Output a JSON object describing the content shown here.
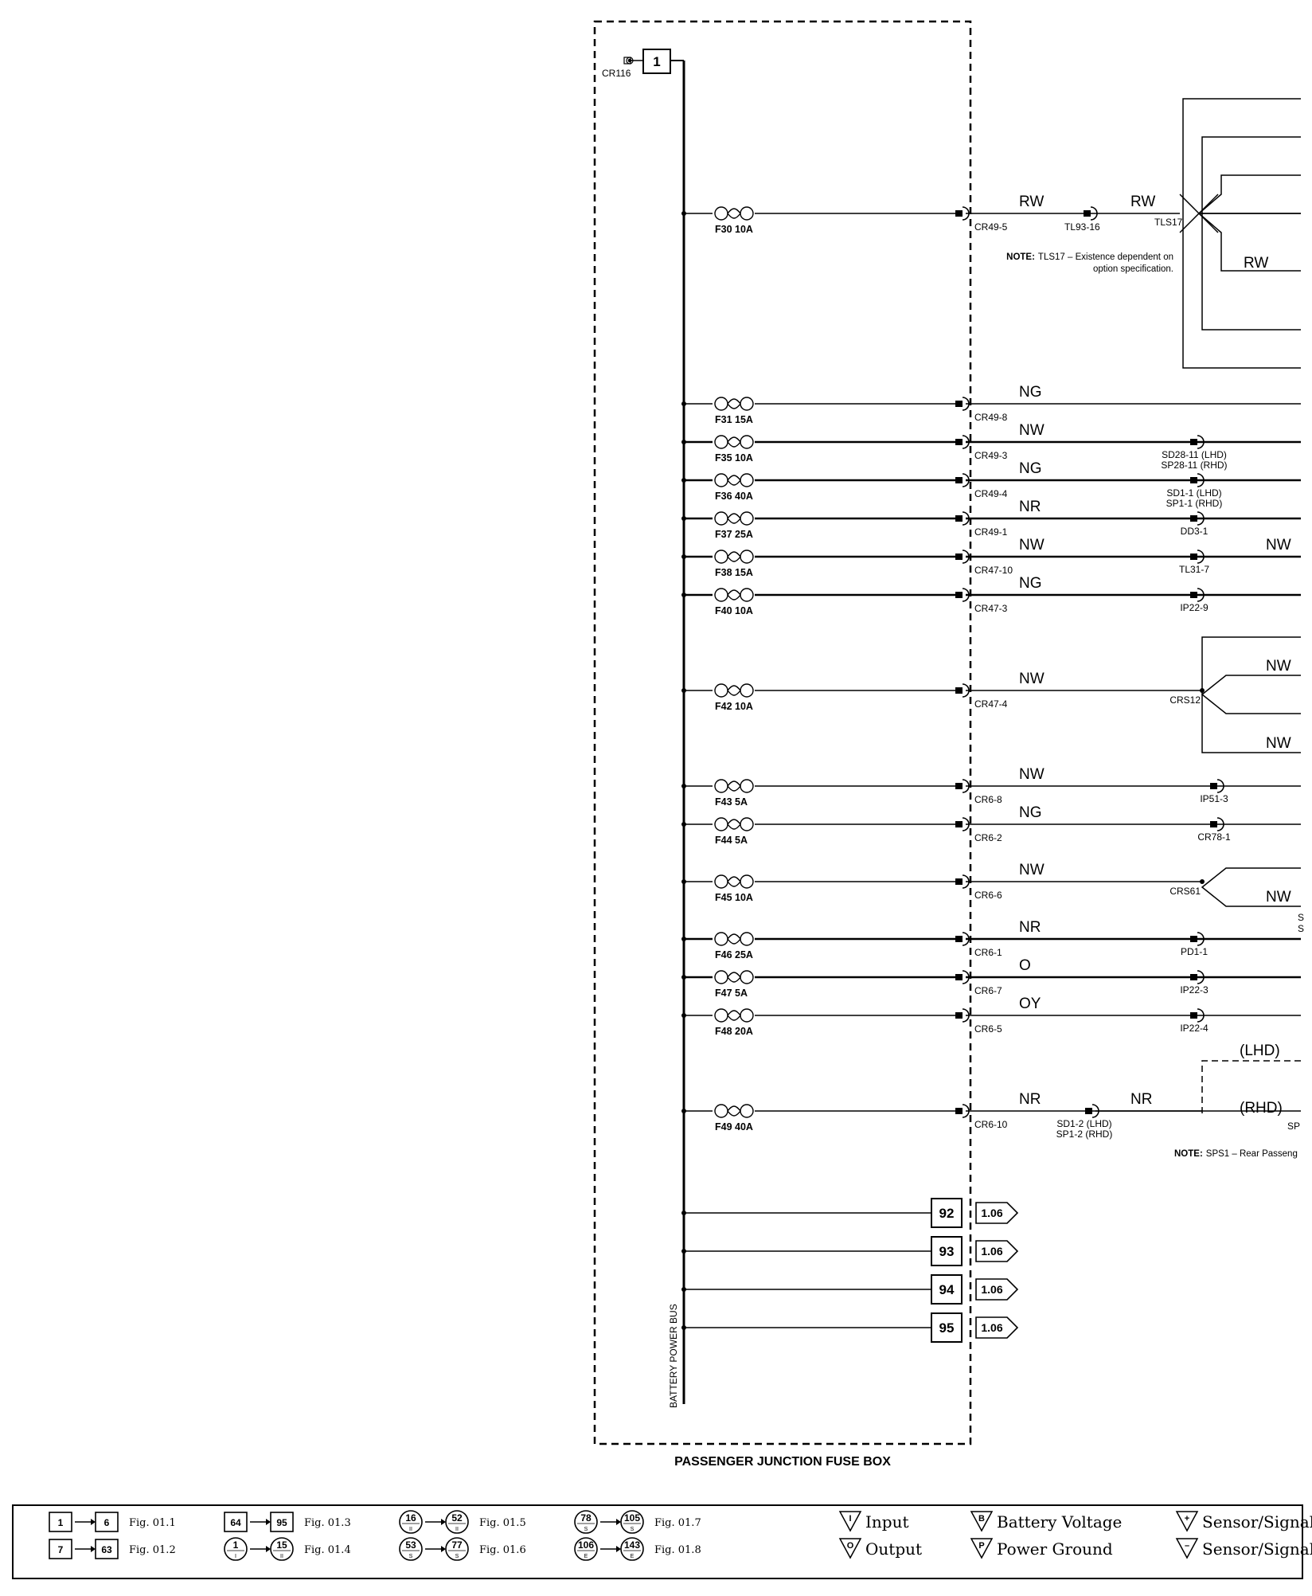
{
  "fuse_box": {
    "title": "PASSENGER JUNCTION FUSE BOX",
    "bus_label": "BATTERY POWER BUS",
    "supply": {
      "connector": "CR116",
      "box": "1"
    }
  },
  "circuits": [
    {
      "fuse": "F30 10A",
      "pin": "CR49-5",
      "wire": "RW",
      "dest": "TL93-16",
      "wire2": "RW"
    },
    {
      "fuse": "F31 15A",
      "pin": "CR49-8",
      "wire": "NG",
      "dest": ""
    },
    {
      "fuse": "F35 10A",
      "pin": "CR49-3",
      "wire": "NW",
      "dest": "SD28-11 (LHD)",
      "dest2": "SP28-11 (RHD)"
    },
    {
      "fuse": "F36 40A",
      "pin": "CR49-4",
      "wire": "NG",
      "dest": "SD1-1 (LHD)",
      "dest2": "SP1-1 (RHD)"
    },
    {
      "fuse": "F37 25A",
      "pin": "CR49-1",
      "wire": "NR",
      "dest": "DD3-1"
    },
    {
      "fuse": "F38 15A",
      "pin": "CR47-10",
      "wire": "NW",
      "dest": "TL31-7",
      "wire2": "NW"
    },
    {
      "fuse": "F40 10A",
      "pin": "CR47-3",
      "wire": "NG",
      "dest": "IP22-9"
    },
    {
      "fuse": "F42 10A",
      "pin": "CR47-4",
      "wire": "NW",
      "dest": "CRS12"
    },
    {
      "fuse": "F43 5A",
      "pin": "CR6-8",
      "wire": "NW",
      "dest": "IP51-3"
    },
    {
      "fuse": "F44 5A",
      "pin": "CR6-2",
      "wire": "NG",
      "dest": "CR78-1"
    },
    {
      "fuse": "F45 10A",
      "pin": "CR6-6",
      "wire": "NW",
      "dest": "CRS61"
    },
    {
      "fuse": "F46 25A",
      "pin": "CR6-1",
      "wire": "NR",
      "dest": "PD1-1"
    },
    {
      "fuse": "F47 5A",
      "pin": "CR6-7",
      "wire": "O",
      "dest": "IP22-3"
    },
    {
      "fuse": "F48 20A",
      "pin": "CR6-5",
      "wire": "OY",
      "dest": "IP22-4"
    },
    {
      "fuse": "F49 40A",
      "pin": "CR6-10",
      "wire": "NR",
      "dest": "SD1-2 (LHD)",
      "dest2": "SP1-2 (RHD)",
      "wire2": "NR"
    }
  ],
  "splices": {
    "tls17": "TLS17",
    "tls17_branch_wire": "RW",
    "crs12_wires": [
      "NW",
      "NW"
    ],
    "crs61_wire": "NW",
    "lhd": "(LHD)",
    "rhd": "(RHD)",
    "sps_cut": "SP",
    "sfrag": [
      "S",
      "S"
    ]
  },
  "notes": {
    "tls17_bold": "NOTE:",
    "tls17_line1": "TLS17 – Existence dependent on",
    "tls17_line2": "option specification.",
    "sps1_bold": "NOTE:",
    "sps1": "SPS1 – Rear Passeng"
  },
  "outputs": [
    {
      "box": "92",
      "ref": "1.06"
    },
    {
      "box": "93",
      "ref": "1.06"
    },
    {
      "box": "94",
      "ref": "1.06"
    },
    {
      "box": "95",
      "ref": "1.06"
    }
  ],
  "legend": {
    "ranges": [
      {
        "from": "1",
        "to": "6",
        "fig": "Fig. 01.1",
        "shape": "square"
      },
      {
        "from": "7",
        "to": "63",
        "fig": "Fig. 01.2",
        "shape": "square"
      },
      {
        "from": "64",
        "to": "95",
        "fig": "Fig. 01.3",
        "shape": "square"
      },
      {
        "from": "1",
        "to": "15",
        "fig": "Fig. 01.4",
        "shape": "circle",
        "sub": "I",
        "sub2": "II"
      },
      {
        "from": "16",
        "to": "52",
        "fig": "Fig. 01.5",
        "shape": "circle",
        "sub": "II",
        "sub2": "II"
      },
      {
        "from": "53",
        "to": "77",
        "fig": "Fig. 01.6",
        "shape": "circle",
        "sub": "S",
        "sub2": "S"
      },
      {
        "from": "78",
        "to": "105",
        "fig": "Fig. 01.7",
        "shape": "circle",
        "sub": "S",
        "sub2": "S"
      },
      {
        "from": "106",
        "to": "143",
        "fig": "Fig. 01.8",
        "shape": "circle",
        "sub": "E",
        "sub2": "E"
      }
    ],
    "keys": [
      {
        "symbol": "I",
        "label": "Input"
      },
      {
        "symbol": "O",
        "label": "Output"
      },
      {
        "symbol": "B",
        "label": "Battery Voltage"
      },
      {
        "symbol": "P",
        "label": "Power Ground"
      },
      {
        "symbol": "+",
        "label": "Sensor/Signal"
      },
      {
        "symbol": "–",
        "label": "Sensor/Signal"
      }
    ]
  }
}
